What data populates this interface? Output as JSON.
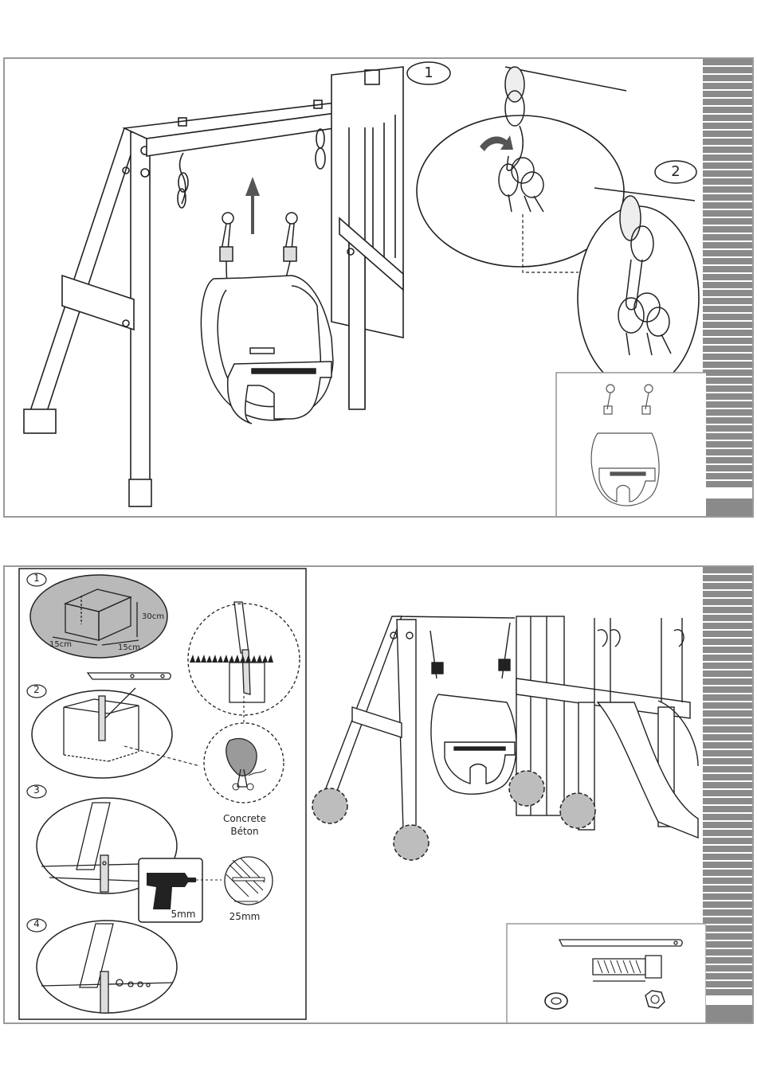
{
  "steps": {
    "top_callouts": [
      "1",
      "2"
    ],
    "anchor_steps": [
      "1",
      "2",
      "3",
      "4"
    ]
  },
  "measurements": {
    "depth": "30cm",
    "width_left": "15cm",
    "width_right": "15cm",
    "drill_bit": "5mm",
    "drill_depth": "25mm"
  },
  "material_label": {
    "line1": "Concrete",
    "line2": "Béton"
  },
  "icons": {
    "drill": "drill-icon",
    "arrow": "arrow-up-icon",
    "swing": "baby-swing-seat-icon",
    "carabiner": "carabiner-icon",
    "washer": "washer-icon",
    "nut": "nut-icon",
    "bolt": "bolt-icon",
    "anchor": "ground-anchor-icon"
  },
  "colors": {
    "stripe": "#8a8a8a",
    "frame": "#9a9a9a",
    "concrete_fill": "#bdbdbd",
    "line": "#222222"
  }
}
